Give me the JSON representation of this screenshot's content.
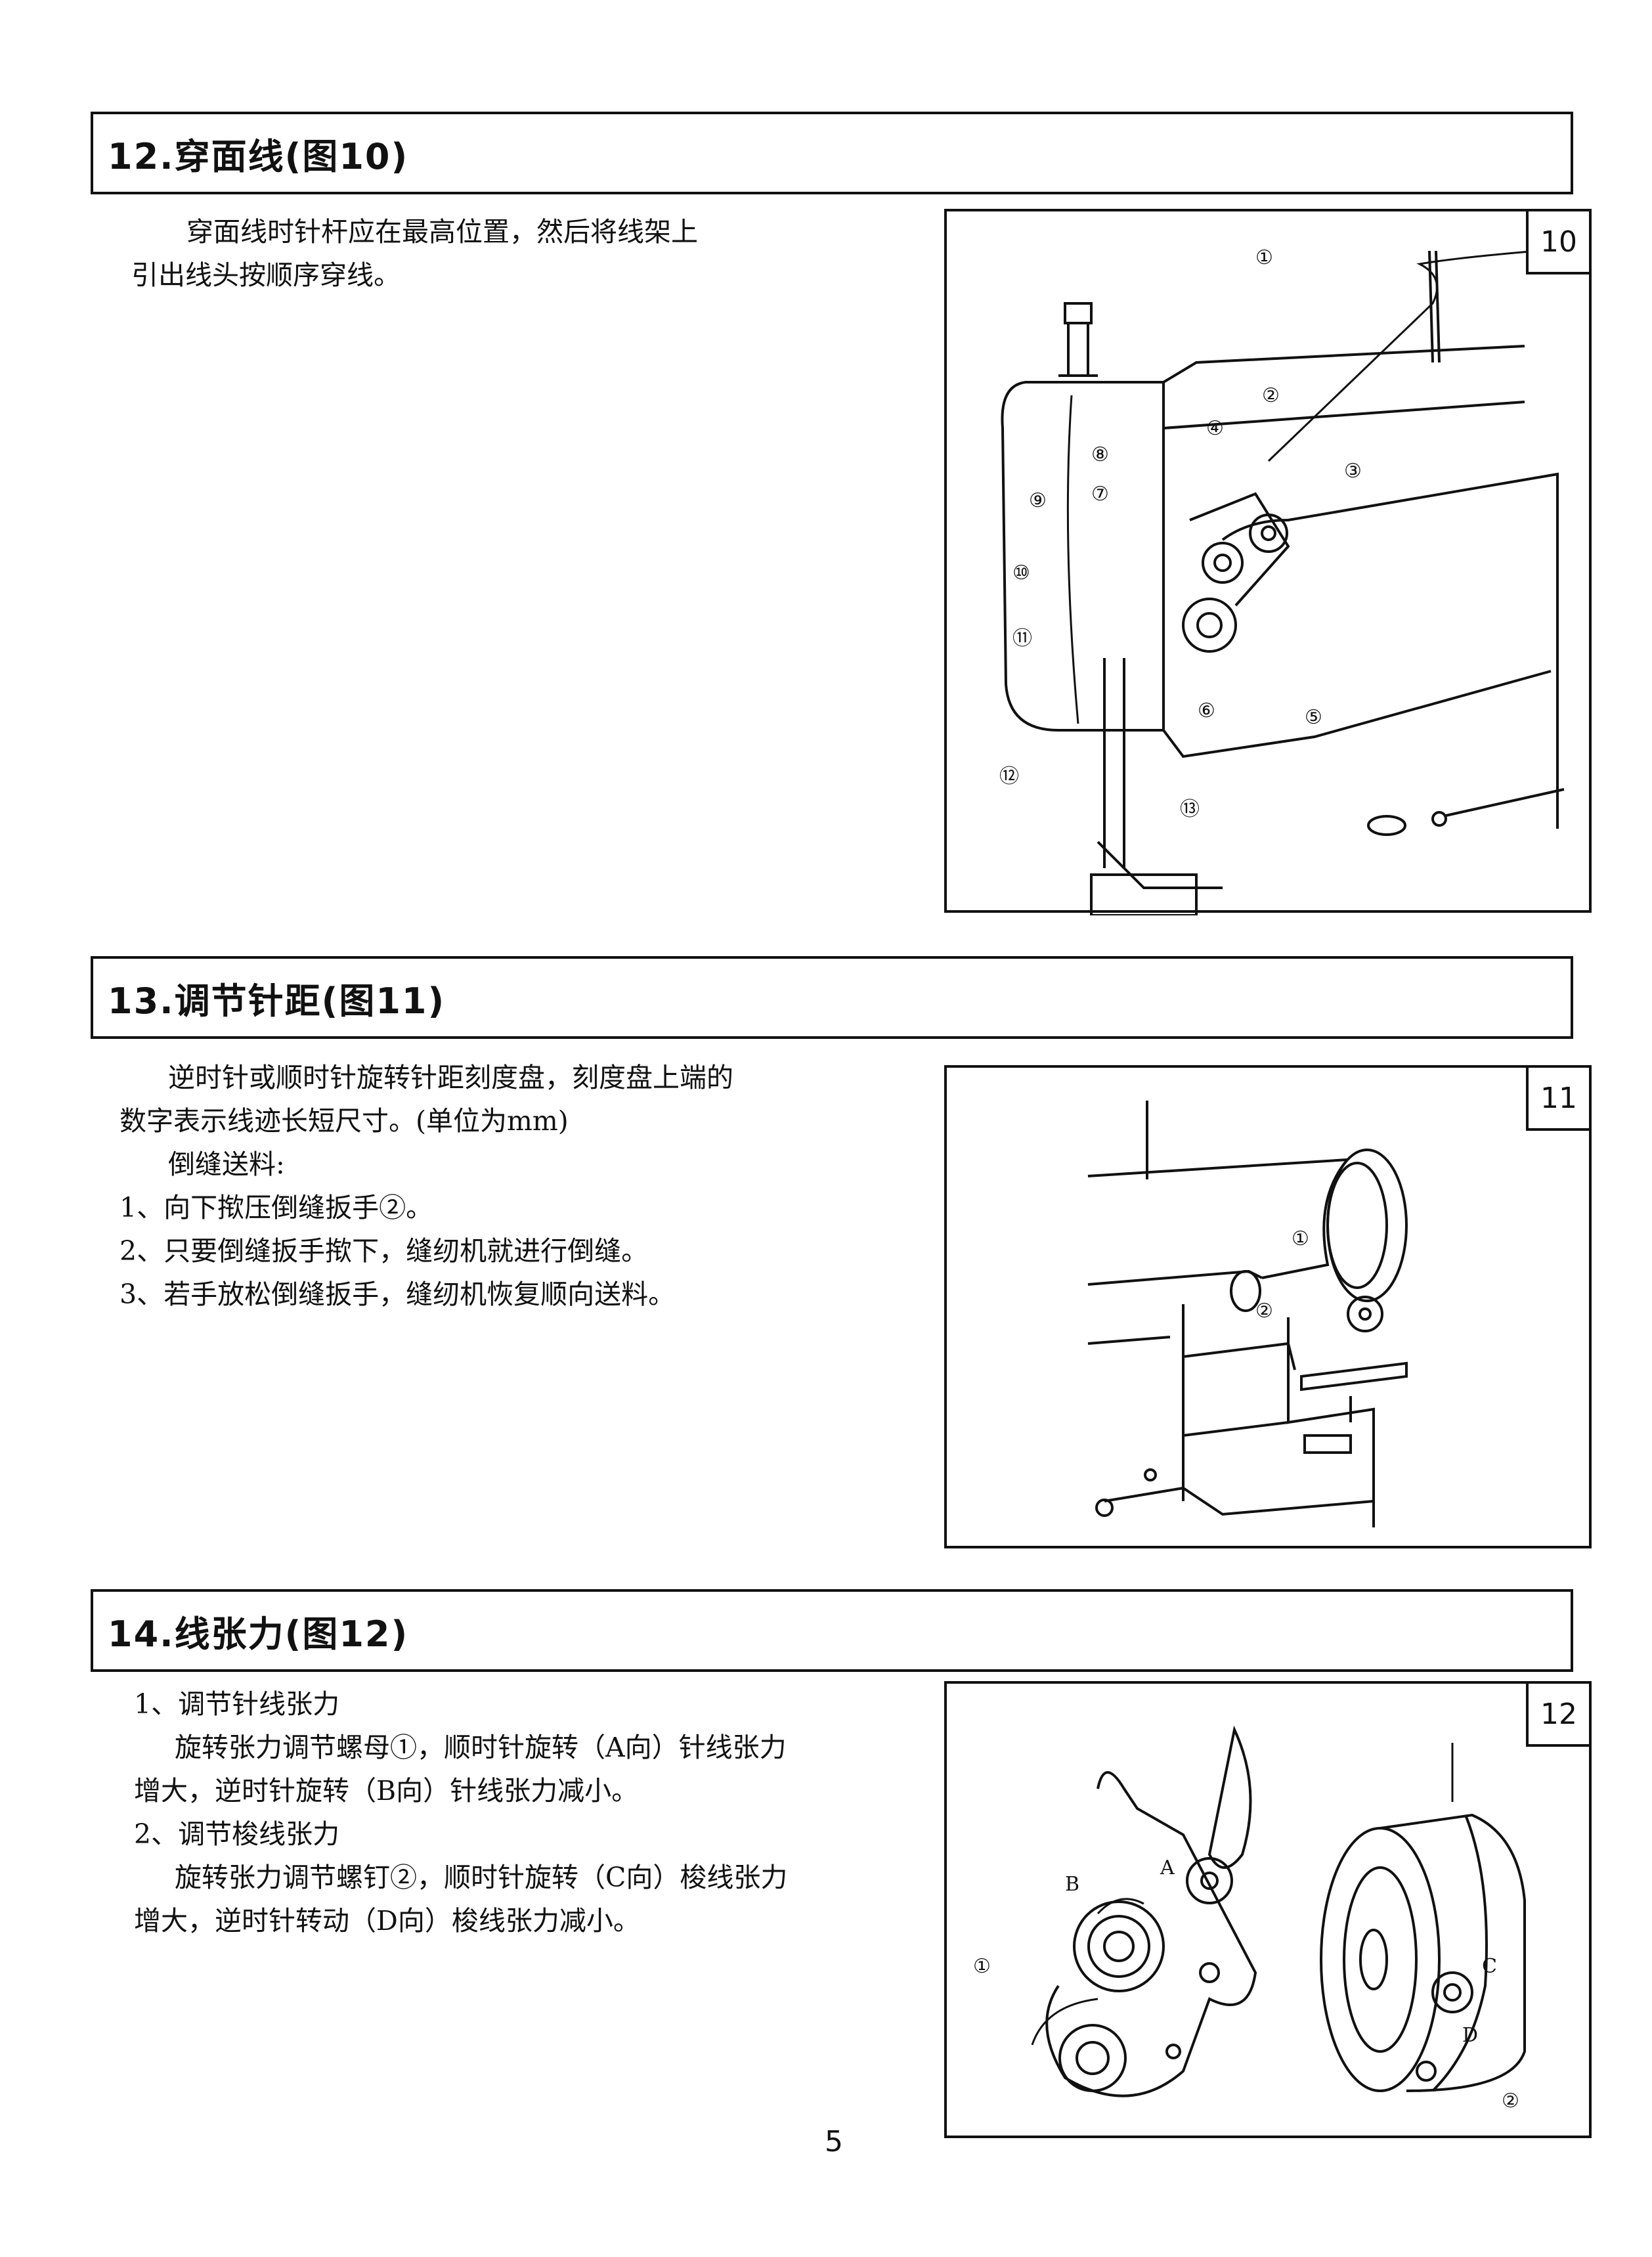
{
  "section12": {
    "title": "12.穿面线(图10)",
    "lines": [
      "穿面线时针杆应在最高位置，然后将线架上",
      "引出线头按顺序穿线。"
    ]
  },
  "figure10": {
    "number": "10",
    "callouts": [
      "①",
      "②",
      "③",
      "④",
      "⑤",
      "⑥",
      "⑦",
      "⑧",
      "⑨",
      "⑩",
      "⑪",
      "⑫",
      "⑬"
    ]
  },
  "section13": {
    "title": "13.调节针距(图11)",
    "lines": [
      "逆时针或顺时针旋转针距刻度盘，刻度盘上端的",
      "数字表示线迹长短尺寸。(单位为mm)",
      "倒缝送料:",
      "1、向下揿压倒缝扳手②。",
      "2、只要倒缝扳手揿下，缝纫机就进行倒缝。",
      "3、若手放松倒缝扳手，缝纫机恢复顺向送料。"
    ]
  },
  "figure11": {
    "number": "11",
    "callouts": [
      "①",
      "②"
    ]
  },
  "section14": {
    "title": "14.线张力(图12)",
    "lines": [
      "1、调节针线张力",
      "旋转张力调节螺母①，顺时针旋转（A向）针线张力",
      "增大，逆时针旋转（B向）针线张力减小。",
      "2、调节梭线张力",
      "旋转张力调节螺钉②，顺时针旋转（C向）梭线张力",
      "增大，逆时针转动（D向）梭线张力减小。"
    ]
  },
  "figure12": {
    "number": "12",
    "callouts": [
      "①",
      "②",
      "A",
      "B",
      "C",
      "D"
    ]
  },
  "page_number": "5"
}
